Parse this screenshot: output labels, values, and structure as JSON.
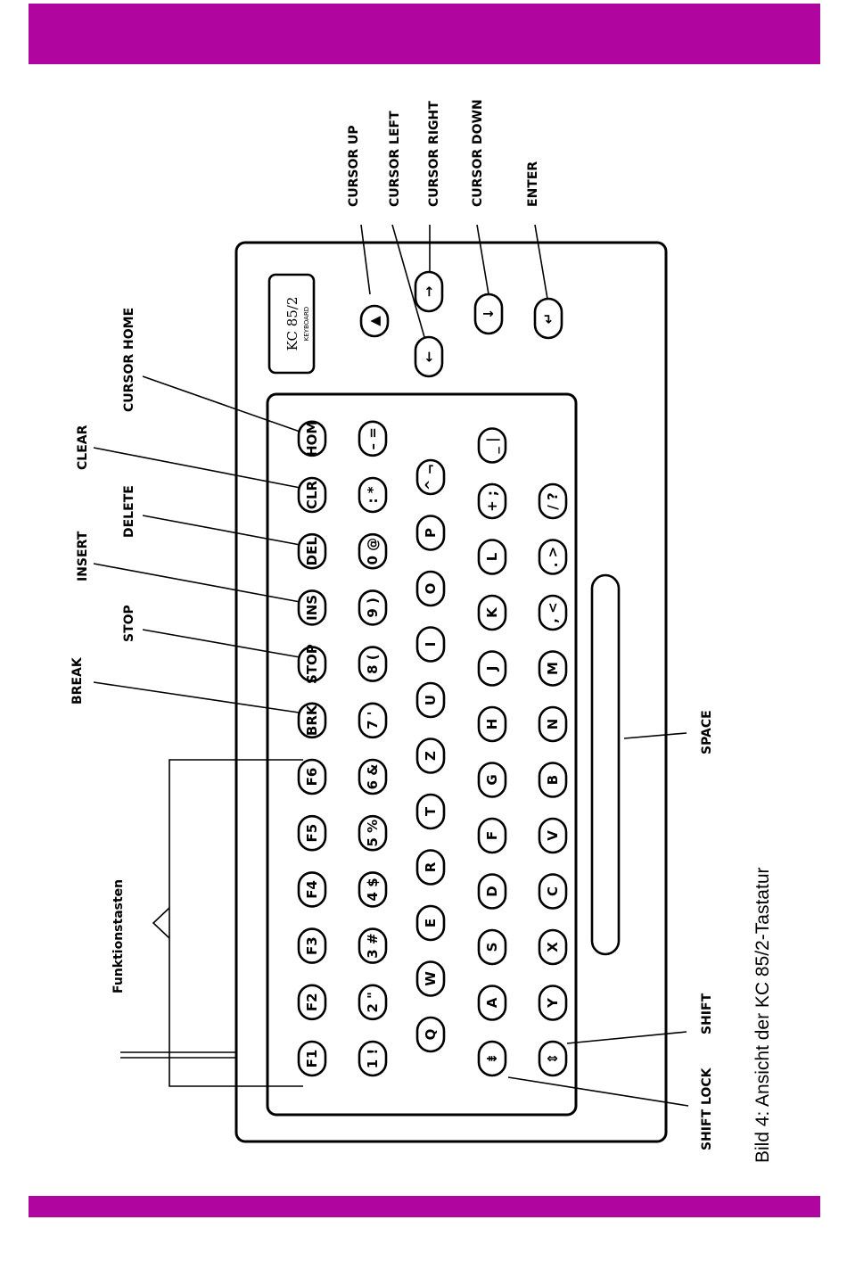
{
  "colors": {
    "band": "#b0069f",
    "ink": "#000000"
  },
  "keyboard_logo": {
    "model": "KC 85/2",
    "sub": "KEYBOARD"
  },
  "labels": {
    "cursor_up": "CURSOR UP",
    "cursor_left": "CURSOR LEFT",
    "cursor_right": "CURSOR RIGHT",
    "cursor_down": "CURSOR DOWN",
    "enter": "ENTER",
    "cursor_home": "CURSOR HOME",
    "clear": "CLEAR",
    "delete": "DELETE",
    "insert": "INSERT",
    "stop": "STOP",
    "break": "BREAK",
    "funktionstasten": "Funktionstasten",
    "space": "SPACE",
    "shift": "SHIFT",
    "shift_lock": "SHIFT LOCK"
  },
  "caption": "Bild 4: Ansicht der KC 85/2-Tastatur",
  "rows": [
    [
      "F1",
      "F2",
      "F3",
      "F4",
      "F5",
      "F6",
      "BRK",
      "STOP",
      "INS",
      "DEL",
      "CLR",
      "HOM"
    ],
    [
      "1 !",
      "2 \"",
      "3 #",
      "4 $",
      "5 %",
      "6 &",
      "7 '",
      "8 (",
      "9 )",
      "0 @",
      ": *",
      "– ="
    ],
    [
      "Q",
      "W",
      "E",
      "R",
      "T",
      "Z",
      "U",
      "I",
      "O",
      "P",
      "^ ¬"
    ],
    [
      "⇟",
      "A",
      "S",
      "D",
      "F",
      "G",
      "H",
      "J",
      "K",
      "L",
      "+ ;",
      "_ |"
    ],
    [
      "⇕",
      "Y",
      "X",
      "C",
      "V",
      "B",
      "N",
      "M",
      ", <",
      ". >",
      "/ ?"
    ]
  ],
  "cursor_keys": {
    "up": "▲",
    "left": "←",
    "right": "→",
    "down": "↓",
    "enter": "↵"
  }
}
